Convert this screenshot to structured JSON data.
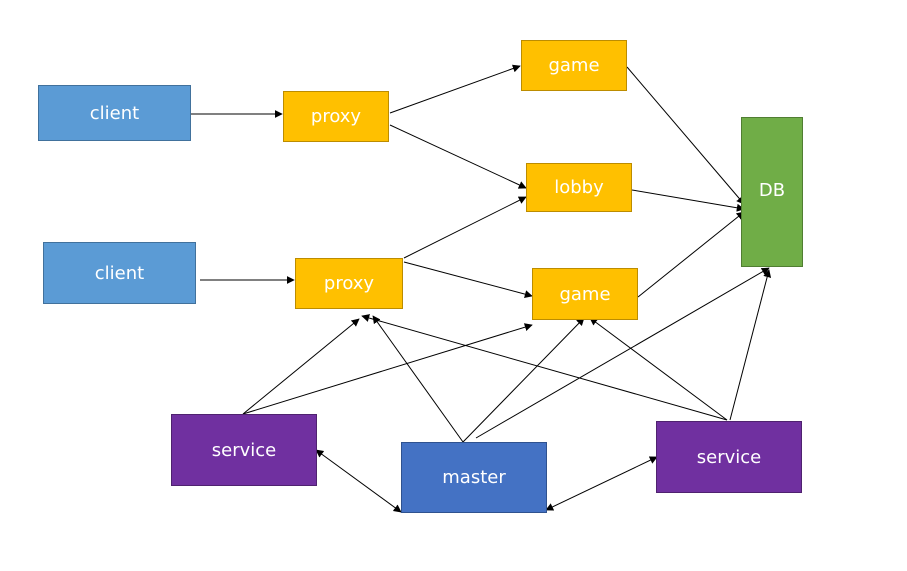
{
  "nodes": {
    "client1": "client",
    "client2": "client",
    "proxy1": "proxy",
    "proxy2": "proxy",
    "game1": "game",
    "lobby": "lobby",
    "game2": "game",
    "db": "DB",
    "service1": "service",
    "master": "master",
    "service2": "service"
  },
  "colors": {
    "client": "#5b9bd5",
    "proxy_game_lobby": "#ffc000",
    "db": "#70ad47",
    "service": "#7030a0",
    "master": "#4472c4",
    "edge": "#000000"
  }
}
